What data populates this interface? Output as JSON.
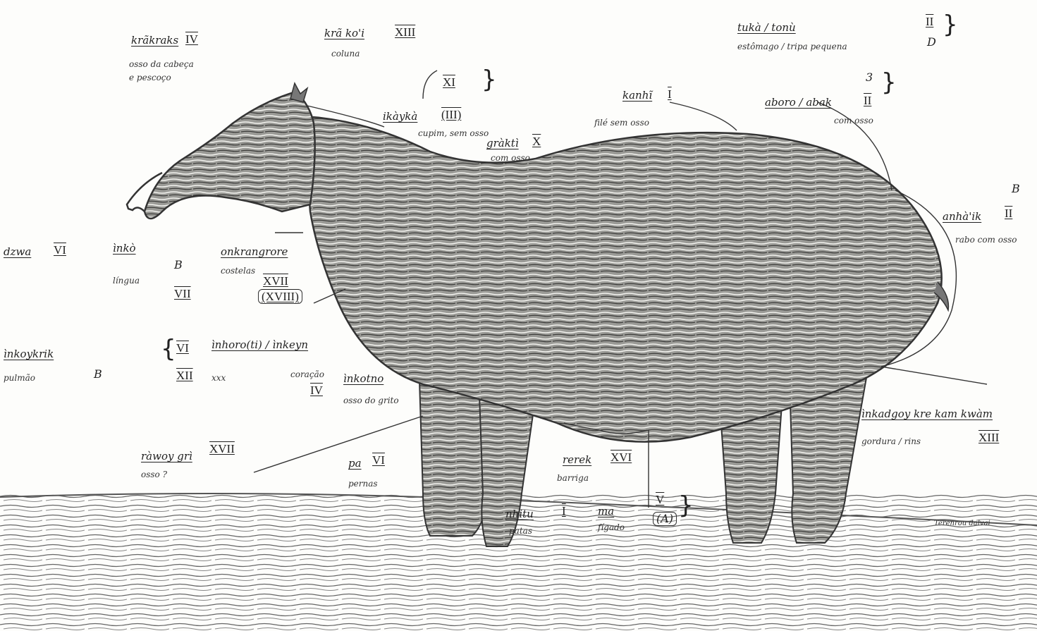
{
  "labels": {
    "krakraks": {
      "term": "krãkraks",
      "roman": "IV",
      "gloss1": "osso da cabeça",
      "gloss2": "e pescoço"
    },
    "krakoi": {
      "term": "krã ko'i",
      "roman": "XIII",
      "gloss": "coluna"
    },
    "tuka": {
      "term": "tukà / tonù",
      "roman_top": "II",
      "roman_bottom": "D",
      "gloss": "estômago / tripa pequena"
    },
    "xi_mark": "XI",
    "ikayka": {
      "term": "ikàykà",
      "roman": "(III)",
      "gloss": "cupim, sem osso"
    },
    "kanhi": {
      "term": "kanhĩ",
      "roman": "I",
      "gloss": "filé sem osso"
    },
    "aboro": {
      "term": "aboro / abak",
      "mark": "3",
      "roman": "II",
      "gloss": "com osso"
    },
    "grakti": {
      "term": "gràktì",
      "roman": "X",
      "gloss": "com osso"
    },
    "anhaik": {
      "term": "anhà'ik",
      "mark": "B",
      "roman": "II",
      "gloss": "rabo com osso"
    },
    "dzwa": {
      "term": "dzwa",
      "roman": "VI"
    },
    "inko": {
      "term": "ìnkò",
      "gloss": "língua",
      "mark": "B",
      "roman": "VII"
    },
    "onkrangrore": {
      "term": "onkrangrore",
      "gloss": "costelas",
      "roman1": "XVII",
      "roman2": "(XVIII)"
    },
    "inkoykrik": {
      "term": "ìnkoykrik",
      "gloss": "pulmão",
      "mark": "B"
    },
    "inhoro": {
      "roman1": "VI",
      "roman2": "XII",
      "term": "ìnhoro(ti) / ìnkeyn",
      "gloss_left": "xxx",
      "gloss": "coração"
    },
    "inkotno": {
      "roman": "IV",
      "term": "ìnkotno",
      "gloss": "osso do grito"
    },
    "inkadgoy": {
      "term": "ìnkadgoy kre kam kwàm",
      "gloss": "gordura / rins",
      "roman": "XIII"
    },
    "rawoy": {
      "term": "ràwoy grì",
      "roman": "XVII",
      "gloss": "osso ?"
    },
    "pa": {
      "term": "pa",
      "roman": "VI",
      "gloss": "pernas"
    },
    "rerek": {
      "term": "rerek",
      "roman": "XVI",
      "gloss": "barriga"
    },
    "nhitu": {
      "term": "nhitu",
      "roman": "I",
      "gloss": "patas"
    },
    "ma": {
      "term": "ma",
      "gloss": "fígado"
    },
    "va": {
      "roman": "V",
      "sub": "(A)"
    },
    "signature": "Terenrou dalvai"
  },
  "colors": {
    "ink": "#222222",
    "paper": "#fdfdfb",
    "hide": "#8a8a86",
    "ground": "#555555"
  }
}
